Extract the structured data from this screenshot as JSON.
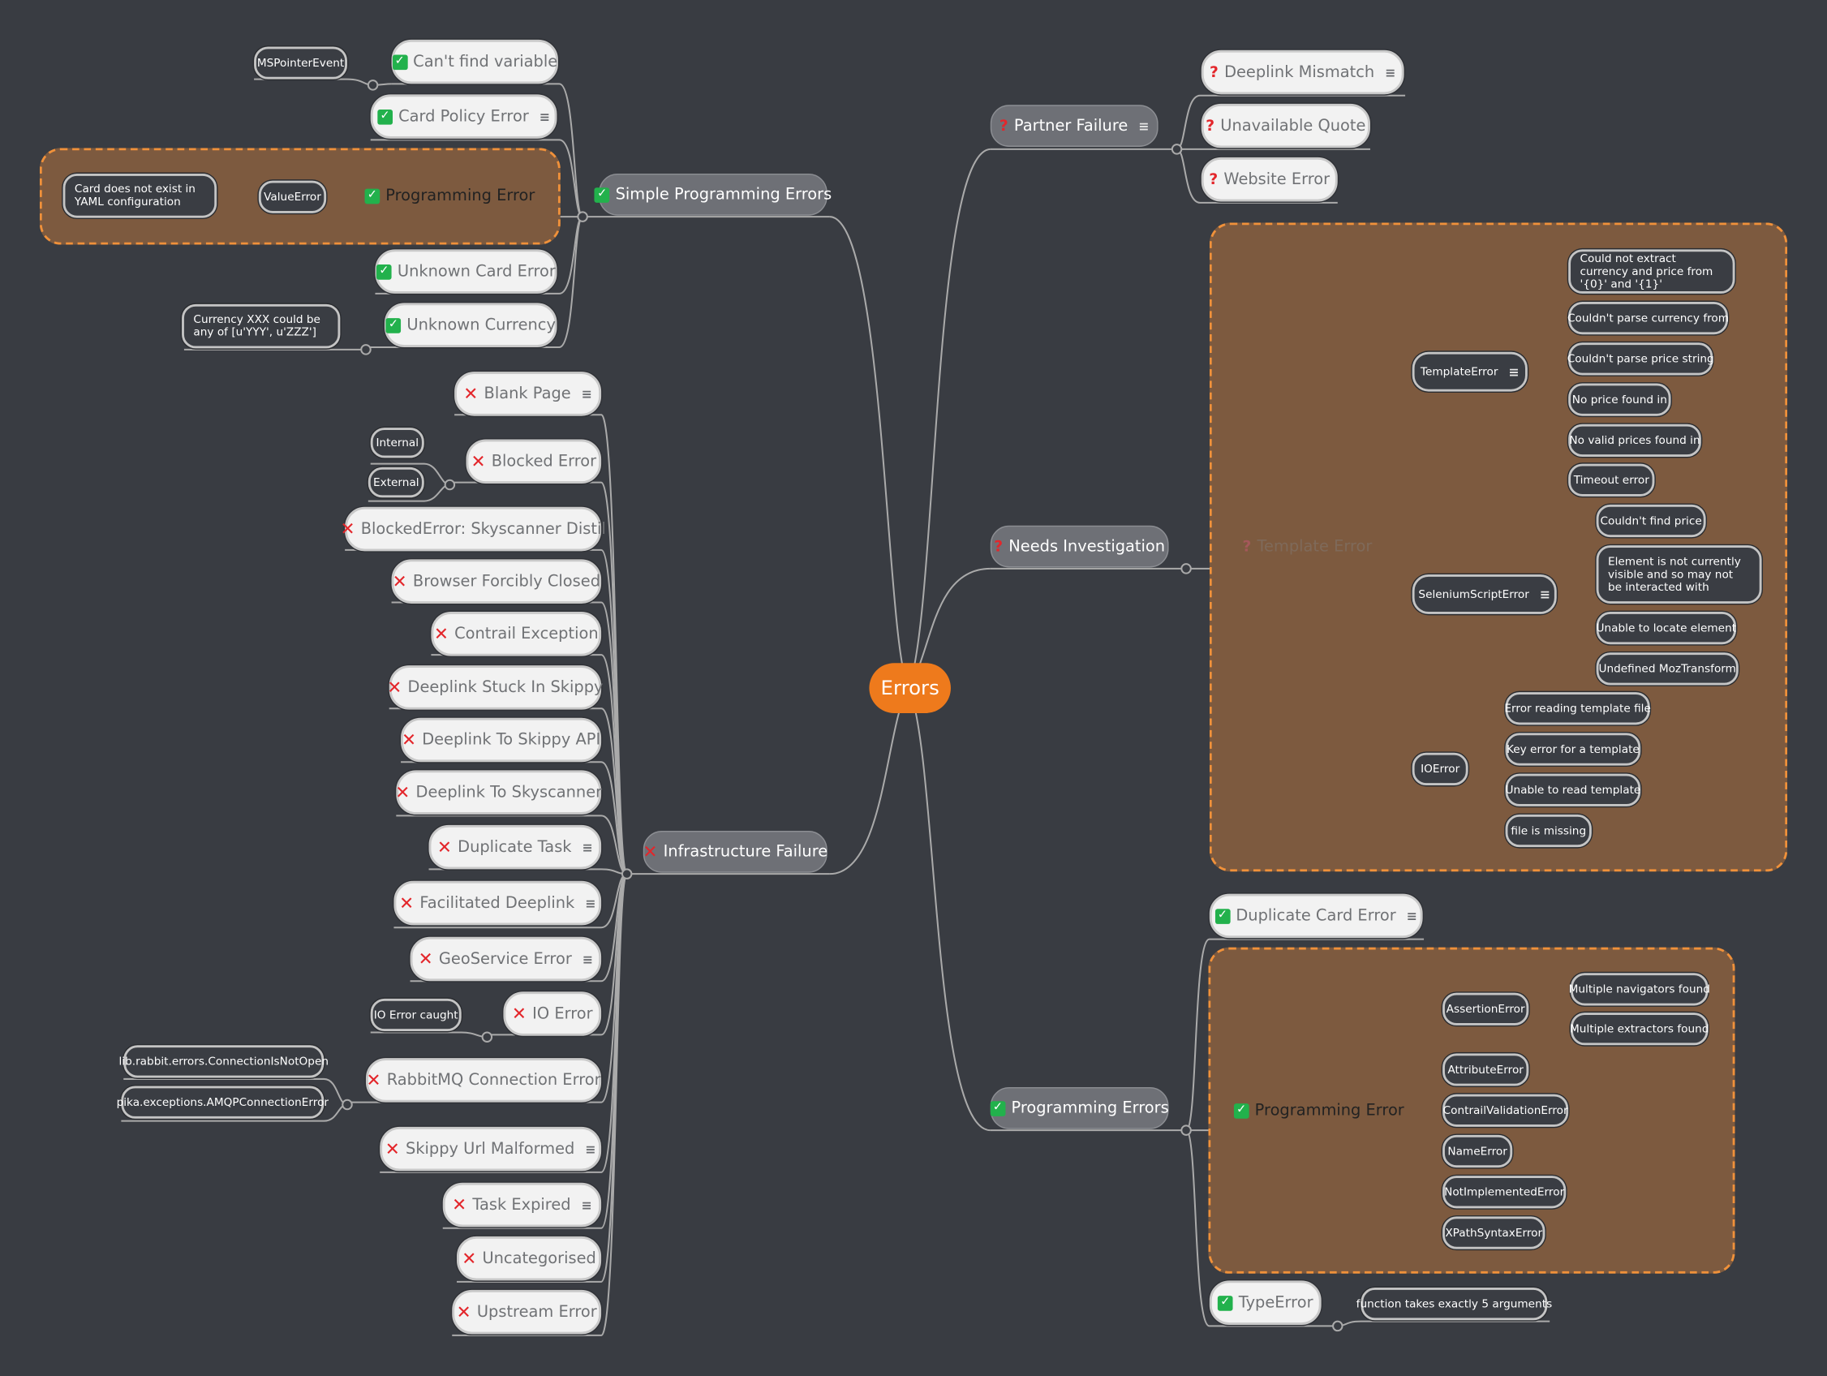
{
  "map": {
    "root": "Errors",
    "partner_failure": {
      "title": "Partner Failure",
      "children": [
        "Deeplink Mismatch",
        "Unavailable Quote",
        "Website Error"
      ]
    },
    "needs_investigation": {
      "title": "Needs Investigation",
      "template_error": {
        "title": "Template Error",
        "template_error_class": {
          "title": "TemplateError",
          "children": [
            "Could not extract currency and price from '{0}' and '{1}'",
            "Couldn't parse currency from",
            "Couldn't parse price string",
            "No price found in",
            "No valid prices found in",
            "Timeout error"
          ]
        },
        "selenium": {
          "title": "SeleniumScriptError",
          "children": [
            "Couldn't find price",
            "Element is not currently visible and so may not be interacted with",
            "Unable to locate element",
            "Undefined MozTransform"
          ]
        },
        "io": {
          "title": "IOError",
          "children": [
            "Error reading template file",
            "Key error for a template",
            "Unable to read template",
            "file is missing"
          ]
        }
      }
    },
    "programming_errors": {
      "title": "Programming Errors",
      "duplicate_card": "Duplicate Card Error",
      "programming_error": {
        "title": "Programming Error",
        "assertion": {
          "title": "AssertionError",
          "children": [
            "Multiple navigators found",
            "Multiple extractors found"
          ]
        },
        "others": [
          "AttributeError",
          "ContrailValidationError",
          "NameError",
          "NotImplementedError",
          "XPathSyntaxError"
        ]
      },
      "type_error": {
        "title": "TypeError",
        "children": [
          "function takes exactly 5 arguments"
        ]
      }
    },
    "simple_programming_errors": {
      "title": "Simple Programming Errors",
      "cant_find": {
        "title": "Can't find variable",
        "children": [
          "MSPointerEvent"
        ]
      },
      "card_policy": "Card Policy Error",
      "programming_error": {
        "title": "Programming Error",
        "value_error": "ValueError",
        "value_error_detail": "Card does not exist in YAML configuration"
      },
      "unknown_card": "Unknown Card Error",
      "unknown_currency": {
        "title": "Unknown Currency",
        "children": [
          "Currency XXX could be any of [u'YYY', u'ZZZ']"
        ]
      }
    },
    "infrastructure_failure": {
      "title": "Infrastructure Failure",
      "children": [
        "Blank Page",
        "Blocked Error",
        "BlockedError: Skyscanner Distil",
        "Browser Forcibly Closed",
        "Contrail Exception",
        "Deeplink Stuck In Skippy",
        "Deeplink To Skippy API",
        "Deeplink To Skyscanner",
        "Duplicate Task",
        "Facilitated Deeplink",
        "GeoService Error",
        "IO Error",
        "RabbitMQ Connection Error",
        "Skippy Url Malformed",
        "Task Expired",
        "Uncategorised",
        "Upstream Error"
      ],
      "blocked_children": [
        "Internal",
        "External"
      ],
      "io_children": [
        "IO Error caught"
      ],
      "rabbit_children": [
        "lib.rabbit.errors.ConnectionIsNotOpen",
        "pika.exceptions.AMQPConnectionError"
      ]
    }
  },
  "icons": {
    "check": "check-icon",
    "cross": "cross-icon",
    "question": "question-icon",
    "notes": "notes-icon"
  },
  "colors": {
    "background": "#393c42",
    "root": "#ee7a1c",
    "boundary_fill": "#7d5a3f",
    "boundary_border": "#f0913a",
    "check": "#22b14c",
    "cross": "#e3262b"
  }
}
